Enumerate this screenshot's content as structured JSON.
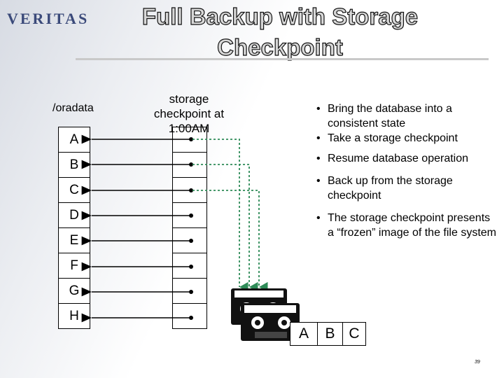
{
  "logo": "VERITAS",
  "title": {
    "line1": "Full Backup with Storage",
    "line2": "Checkpoint"
  },
  "oradata_label": "/oradata",
  "checkpoint_label": {
    "line1": "storage",
    "line2": "checkpoint at",
    "line3": "1:00AM"
  },
  "letters": [
    "A",
    "B",
    "C",
    "D",
    "E",
    "F",
    "G",
    "H"
  ],
  "bullets": [
    "Bring the database into a consistent state",
    "Take a storage checkpoint",
    "Resume database operation",
    "Back up from the storage checkpoint",
    "The storage checkpoint presents a “frozen” image of the file system"
  ],
  "tape_contents": [
    "A",
    "B",
    "C"
  ],
  "page_number": "39",
  "colors": {
    "dotted_line": "#2e8b57",
    "title_fill": "#d8d8d8",
    "logo": "#3b4a7a"
  }
}
